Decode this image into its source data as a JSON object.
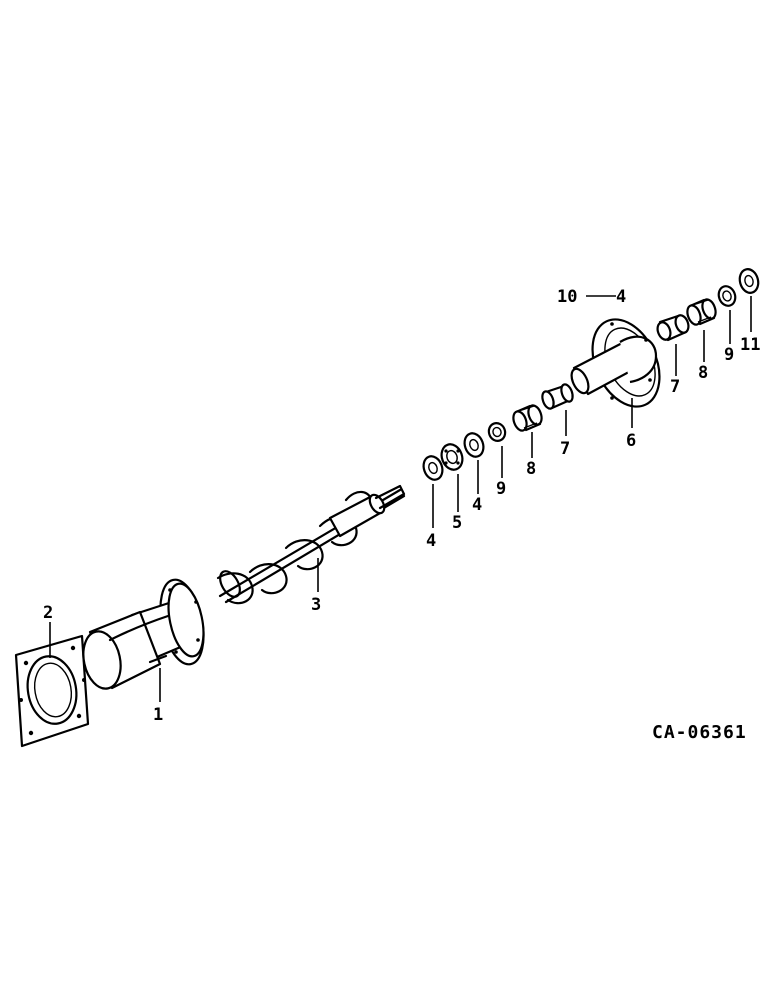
{
  "diagram": {
    "reference_code": "CA-06361",
    "callouts": [
      {
        "id": "c1",
        "text": "1"
      },
      {
        "id": "c2",
        "text": "2"
      },
      {
        "id": "c3",
        "text": "3"
      },
      {
        "id": "c4a",
        "text": "4"
      },
      {
        "id": "c5",
        "text": "5"
      },
      {
        "id": "c4b",
        "text": "4"
      },
      {
        "id": "c9a",
        "text": "9"
      },
      {
        "id": "c8a",
        "text": "8"
      },
      {
        "id": "c7a",
        "text": "7"
      },
      {
        "id": "c6",
        "text": "6"
      },
      {
        "id": "c7b",
        "text": "7"
      },
      {
        "id": "c8b",
        "text": "8"
      },
      {
        "id": "c9b",
        "text": "9"
      },
      {
        "id": "c11",
        "text": "11"
      },
      {
        "id": "c10",
        "text": "10"
      },
      {
        "id": "c10b",
        "text": "4"
      }
    ]
  }
}
